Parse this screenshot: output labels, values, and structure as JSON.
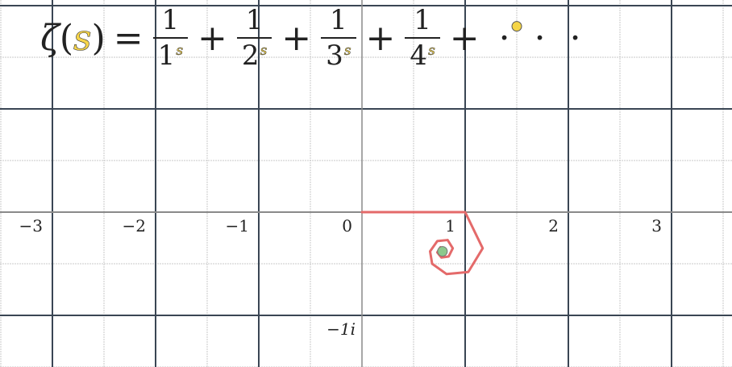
{
  "formula": {
    "zeta": "ζ",
    "variable": "s",
    "open_paren": "(",
    "close_paren": ")",
    "equals": "=",
    "terms": [
      {
        "numerator": "1",
        "base": "1",
        "exponent": "s"
      },
      {
        "numerator": "1",
        "base": "2",
        "exponent": "s"
      },
      {
        "numerator": "1",
        "base": "3",
        "exponent": "s"
      },
      {
        "numerator": "1",
        "base": "4",
        "exponent": "s"
      }
    ],
    "plus": "+",
    "ellipsis": "· · ·"
  },
  "axes": {
    "x_ticks": [
      -3,
      -2,
      -1,
      0,
      1,
      2,
      3
    ],
    "x_tick_labels": [
      "−3",
      "−2",
      "−1",
      "0",
      "1",
      "2",
      "3"
    ],
    "imag_label": "−1i",
    "imag_label_value": -1
  },
  "points": {
    "s_point": {
      "re": 1.5,
      "im": 1.8
    },
    "limit_point": {
      "re": 0.78,
      "im": -0.38
    }
  },
  "spiral": {
    "vertices": [
      [
        0.0,
        0.0
      ],
      [
        1.0,
        0.0
      ],
      [
        1.17,
        -0.35
      ],
      [
        1.03,
        -0.58
      ],
      [
        0.82,
        -0.6
      ],
      [
        0.68,
        -0.5
      ],
      [
        0.66,
        -0.38
      ],
      [
        0.73,
        -0.28
      ],
      [
        0.83,
        -0.27
      ],
      [
        0.88,
        -0.35
      ],
      [
        0.84,
        -0.43
      ],
      [
        0.77,
        -0.44
      ],
      [
        0.73,
        -0.39
      ],
      [
        0.76,
        -0.34
      ],
      [
        0.8,
        -0.36
      ]
    ]
  },
  "colors": {
    "grid_minor": "#c9c9c9",
    "grid_major": "#3a4654",
    "axis": "#8a8a8a",
    "spiral": "#e46a6a",
    "s_point_fill": "#f5d547",
    "limit_point_fill": "#8cc98c"
  }
}
